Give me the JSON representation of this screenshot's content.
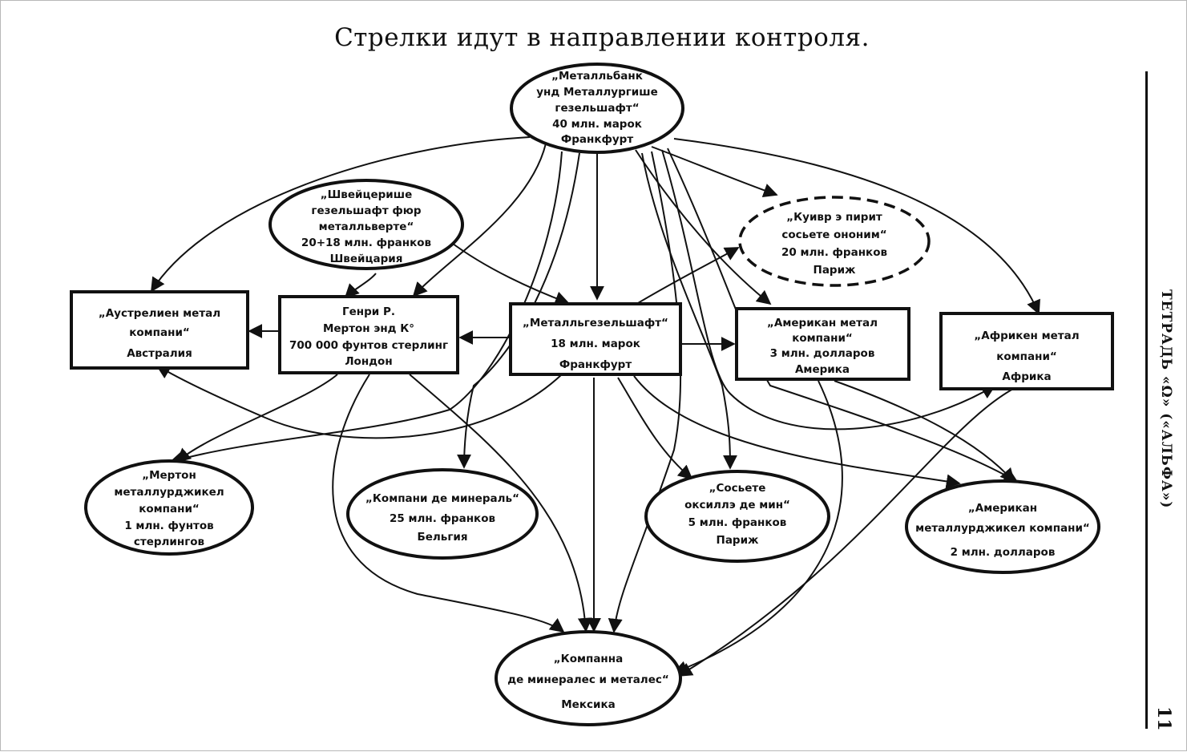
{
  "title": "Стрелки идут в направлении контроля.",
  "side_text": "ТЕТРАДЬ «Ω» («АЛЬФА»)",
  "page_number": "11",
  "nodes": {
    "metallbank": [
      "„Металльбанк",
      "унд Металлургише",
      "гезельшафт“",
      "40 млн. марок",
      "Франкфурт"
    ],
    "schweiz": [
      "„Швейцерише",
      "гезельшафт фюр",
      "металльверте“",
      "20+18 млн. франков",
      "Швейцария"
    ],
    "cuivre": [
      "„Куивр э пирит",
      "сосьете ононим“",
      "20 млн. франков",
      "Париж"
    ],
    "australian": [
      "„Аустрелиен метал",
      "компани“",
      "Австралия"
    ],
    "merton": [
      "Генри Р.",
      "Мертон энд К°",
      "700 000 фунтов стерлинг",
      "Лондон"
    ],
    "metallges": [
      "„Металльгезельшафт“",
      "18 млн. марок",
      "Франкфурт"
    ],
    "american_metal": [
      "„Американ метал",
      "компани“",
      "3 млн. долларов",
      "Америка"
    ],
    "african": [
      "„Африкен метал",
      "компани“",
      "Африка"
    ],
    "merton_nickel": [
      "„Мертон",
      "металлурджикел",
      "компани“",
      "1 млн. фунтов",
      "стерлингов"
    ],
    "minerale": [
      "„Компани де минераль“",
      "25 млн. франков",
      "Бельгия"
    ],
    "oxilles": [
      "„Сосьете",
      "оксиллэ де мин“",
      "5 млн. франков",
      "Париж"
    ],
    "american_nickel": [
      "„Американ",
      "металлурджикел компани“",
      "2 млн. долларов"
    ],
    "mexico": [
      "„Компанна",
      "де минералес и металес“",
      "Мексика"
    ]
  }
}
